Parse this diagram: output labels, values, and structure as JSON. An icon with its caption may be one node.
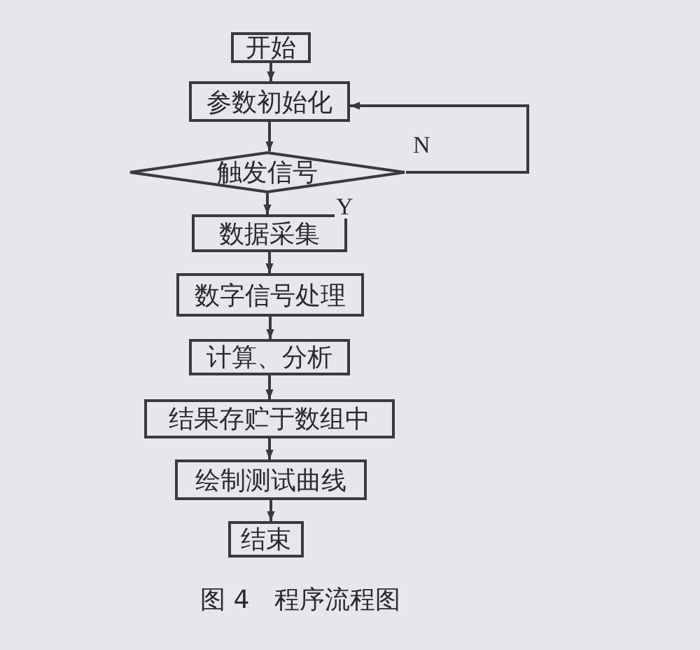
{
  "diagram": {
    "caption": "图 4　程序流程图",
    "nodes": [
      {
        "text": [
          "开始"
        ]
      },
      {
        "text": [
          "参数初始化"
        ]
      },
      {
        "text": [
          "触发信号"
        ]
      },
      {
        "text": [
          "数据采集"
        ]
      },
      {
        "text": [
          "数字信号处理"
        ]
      },
      {
        "text": [
          "计算、分析"
        ]
      },
      {
        "text": [
          "结果存贮于数组中"
        ]
      },
      {
        "text": [
          "绘制测试曲线"
        ]
      },
      {
        "text": [
          "结束"
        ]
      }
    ],
    "edges": [
      {
        "from": 0,
        "to": 1,
        "arrow": "to"
      },
      {
        "from": 1,
        "to": 2,
        "arrow": "to"
      },
      {
        "from": 2,
        "to": 3,
        "arrow": "to",
        "label": "Y"
      },
      {
        "from": 3,
        "to": 4,
        "arrow": "to"
      },
      {
        "from": 4,
        "to": 5,
        "arrow": "to"
      },
      {
        "from": 5,
        "to": 6,
        "arrow": "to"
      },
      {
        "from": 6,
        "to": 7,
        "arrow": "to"
      },
      {
        "from": 7,
        "to": 8,
        "arrow": "to"
      },
      {
        "from": 2,
        "to": 1,
        "arrow": "to",
        "label": "N"
      }
    ]
  }
}
